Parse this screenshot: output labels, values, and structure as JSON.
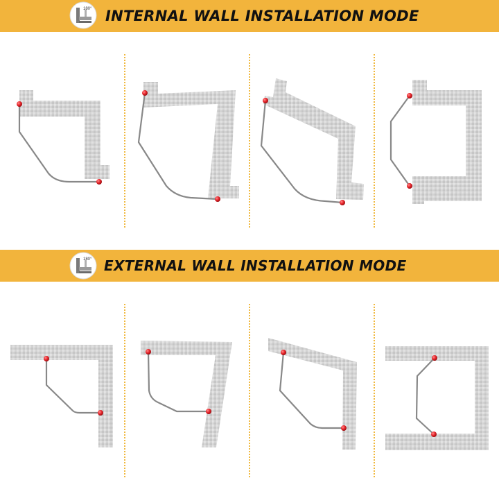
{
  "sections": [
    {
      "title": "INTERNAL WALL INSTALLATION MODE",
      "icon": "railing-bracket-icon",
      "icon_label": "180°"
    },
    {
      "title": "EXTERNAL WALL INSTALLATION MODE",
      "icon": "railing-bracket-icon",
      "icon_label": "180°"
    }
  ],
  "colors": {
    "banner": "#f2b43c",
    "tile": "#cfcfcf",
    "rail": "#8a8a8a",
    "endpoint": "#e8262c",
    "divider": "#f0b83d"
  }
}
